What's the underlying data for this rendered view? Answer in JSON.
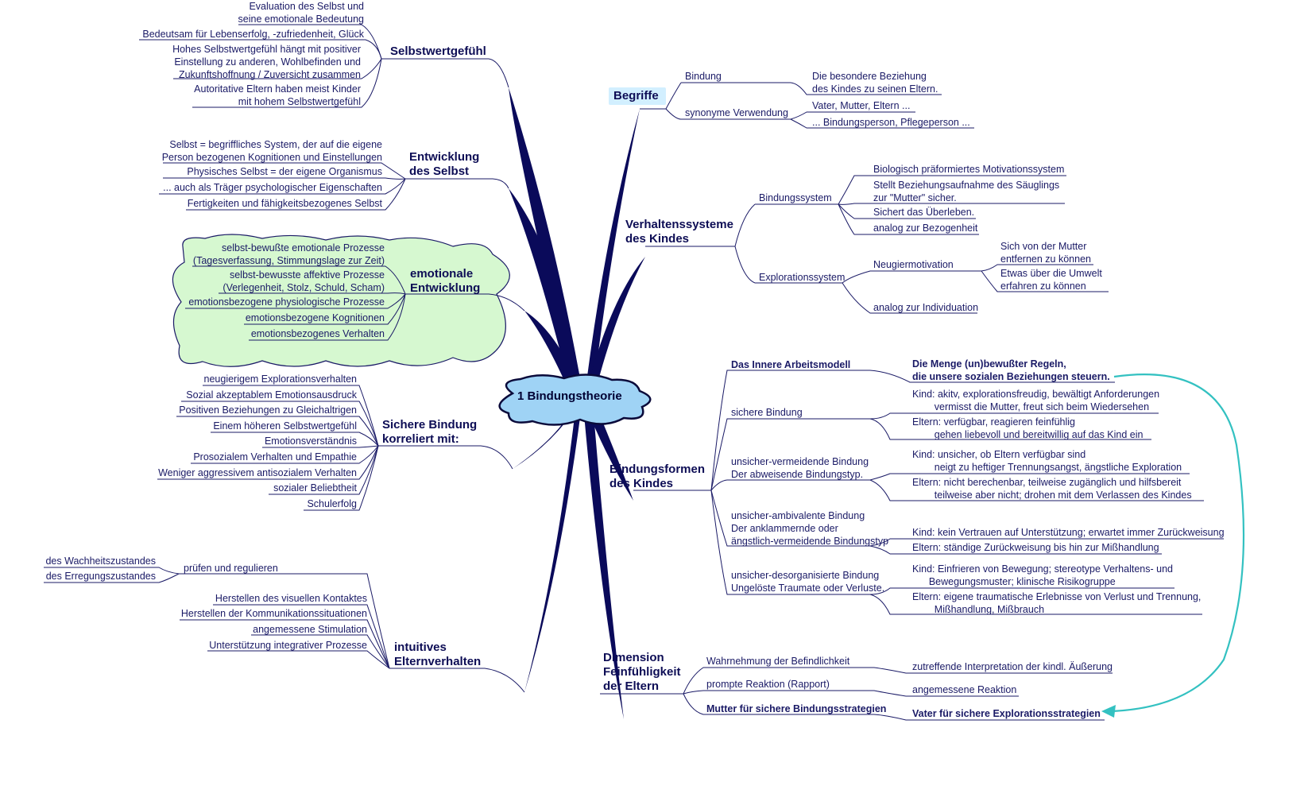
{
  "center": {
    "label": "1 Bindungstheorie"
  },
  "left": {
    "selbstwert": {
      "title": "Selbstwertgefühl",
      "items": [
        "Evaluation des Selbst und\nseine emotionale Bedeutung",
        "Bedeutsam für Lebenserfolg, -zufriedenheit, Glück",
        "Hohes Selbstwertgefühl hängt mit positiver\nEinstellung zu anderen, Wohlbefinden und\nZukunftshoffnung / Zuversicht zusammen",
        "Autoritative Eltern haben meist Kinder\nmit hohem Selbstwertgefühl"
      ]
    },
    "entwicklung_selbst": {
      "title": "Entwicklung\ndes Selbst",
      "items": [
        "Selbst = begriffliches System, der auf die eigene\nPerson bezogenen Kognitionen und Einstellungen",
        "Physisches Selbst = der eigene Organismus",
        "... auch als Träger psychologischer Eigenschaften",
        "Fertigkeiten und fähigkeitsbezogenes Selbst"
      ]
    },
    "emotionale": {
      "title": "emotionale\nEntwicklung",
      "items": [
        "selbst-bewußte emotionale Prozesse\n(Tagesverfassung, Stimmungslage zur Zeit)",
        "selbst-bewusste affektive Prozesse\n(Verlegenheit, Stolz, Schuld, Scham)",
        "emotionsbezogene physiologische Prozesse",
        "emotionsbezogene Kognitionen",
        "emotionsbezogenes Verhalten"
      ]
    },
    "sichere_bindung": {
      "title": "Sichere Bindung\nkorreliert mit:",
      "items": [
        "neugierigem Explorationsverhalten",
        "Sozial akzeptablem Emotionsausdruck",
        "Positiven Beziehungen zu Gleichaltrigen",
        "Einem höheren Selbstwertgefühl",
        "Emotionsverständnis",
        "Prosozialem Verhalten und Empathie",
        "Weniger aggressivem antisozialem Verhalten",
        "sozialer Beliebtheit",
        "Schulerfolg"
      ]
    },
    "intuitives": {
      "title": "intuitives\nElternverhalten",
      "pruefen": "prüfen und regulieren",
      "pruefen_items": [
        "des Wachheitszustandes",
        "des Erregungszustandes"
      ],
      "items": [
        "Herstellen des visuellen Kontaktes",
        "Herstellen der Kommunikationssituationen",
        "angemessene Stimulation",
        "Unterstützung integrativer Prozesse"
      ]
    }
  },
  "right": {
    "begriffe": {
      "title": "Begriffe",
      "bindung": "Bindung",
      "bindung_def": "Die besondere Beziehung\ndes Kindes zu seinen Eltern.",
      "synonym": "synonyme Verwendung",
      "synonym_items": [
        "Vater, Mutter, Eltern ...",
        "... Bindungsperson, Pflegeperson ..."
      ]
    },
    "verhalten": {
      "title": "Verhaltenssysteme\ndes Kindes",
      "bindungssystem": "Bindungssystem",
      "bindungssystem_items": [
        "Biologisch präformiertes Motivationssystem",
        "Stellt Beziehungsaufnahme des Säuglings\nzur \"Mutter\" sicher.",
        "Sichert das Überleben.",
        "analog zur Bezogenheit"
      ],
      "exploration": "Explorationssystem",
      "neugier": "Neugiermotivation",
      "neugier_items": [
        "Sich von der Mutter\nentfernen zu können",
        "Etwas über die Umwelt\nerfahren zu können"
      ],
      "individuation": "analog zur Individuation"
    },
    "bindungsformen": {
      "title": "Bindungsformen\ndes Kindes",
      "arbeitsmodell": "Das Innere Arbeitsmodell",
      "arbeitsmodell_def": "Die Menge (un)bewußter Regeln,\ndie unsere sozialen Beziehungen steuern.",
      "types": [
        {
          "label": "sichere Bindung",
          "items": [
            "Kind: akitv, explorationsfreudig, bewältigt Anforderungen\n        vermisst die Mutter, freut sich beim Wiedersehen",
            "Eltern: verfügbar, reagieren feinfühlig\n        gehen liebevoll und bereitwillig auf das Kind ein"
          ]
        },
        {
          "label": "unsicher-vermeidende Bindung\nDer abweisende Bindungstyp.",
          "items": [
            "Kind: unsicher, ob Eltern verfügbar sind\n        neigt zu heftiger Trennungsangst, ängstliche Exploration",
            "Eltern: nicht berechenbar, teilweise zugänglich und hilfsbereit\n        teilweise aber nicht; drohen mit dem Verlassen des Kindes"
          ]
        },
        {
          "label": "unsicher-ambivalente Bindung\nDer anklammernde oder\nängstlich-vermeidende Bindungstyp",
          "items": [
            "Kind: kein Vertrauen auf Unterstützung; erwartet immer Zurückweisung",
            "Eltern: ständige Zurückweisung bis hin zur Mißhandlung"
          ]
        },
        {
          "label": "unsicher-desorganisierte Bindung\nUngelöste Traumate oder Verluste.",
          "items": [
            "Kind: Einfrieren von Bewegung; stereotype Verhaltens- und\n      Bewegungsmuster; klinische Risikogruppe",
            "Eltern: eigene traumatische Erlebnisse von Verlust und Trennung,\n        Mißhandlung, Mißbrauch"
          ]
        }
      ]
    },
    "feinfuehligkeit": {
      "title": "Dimension\nFeinfühligkeit\nder Eltern",
      "items": [
        {
          "label": "Wahrnehmung der Befindlichkeit",
          "value": "zutreffende Interpretation der kindl. Äußerung"
        },
        {
          "label": "prompte Reaktion (Rapport)",
          "value": "angemessene Reaktion"
        },
        {
          "label": "Mutter für sichere Bindungsstrategien",
          "value": "Vater für sichere Explorationsstrategien"
        }
      ]
    }
  },
  "colors": {
    "branch": "#0a0a5a",
    "line": "#1a1a66",
    "center_fill": "#9fd3f5",
    "emotion_fill": "#d6f8d0",
    "highlight": "#d2efff",
    "arrow": "#33c1c1"
  }
}
